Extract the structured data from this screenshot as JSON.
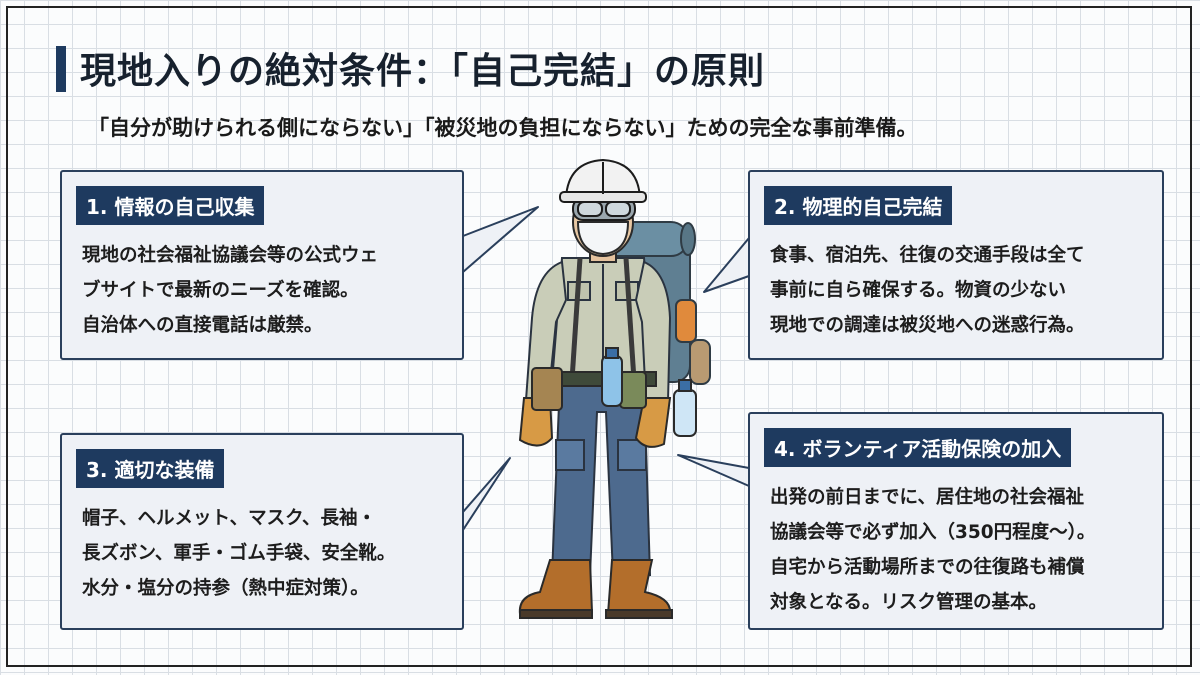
{
  "title": "現地入りの絶対条件：「自己完結」の原則",
  "subtitle": "「自分が助けられる側にならない」「被災地の負担にならない」ための完全な事前準備。",
  "cards": [
    {
      "label": "1. 情報の自己収集",
      "lines": [
        "現地の社会福祉協議会等の公式ウェ",
        "ブサイトで最新のニーズを確認。",
        "自治体への直接電話は厳禁。"
      ]
    },
    {
      "label": "2. 物理的自己完結",
      "lines": [
        "食事、宿泊先、往復の交通手段は全て",
        "事前に自ら確保する。物資の少ない",
        "現地での調達は被災地への迷惑行為。"
      ]
    },
    {
      "label": "3. 適切な装備",
      "lines": [
        "帽子、ヘルメット、マスク、長袖・",
        "長ズボン、軍手・ゴム手袋、安全靴。",
        "水分・塩分の持参（熱中症対策）。"
      ]
    },
    {
      "label": "4. ボランティア活動保険の加入",
      "lines": [
        "出発の前日までに、居住地の社会福祉",
        "協議会等で必ず加入（350円程度〜）。",
        "自宅から活動場所までの往復路も補償",
        "対象となる。リスク管理の基本。"
      ]
    }
  ],
  "colors": {
    "accent": "#1e3a5f",
    "card_background": "#eef1f6",
    "card_border": "#2a3f5c"
  },
  "illustration": "volunteer-with-helmet-goggles-mask-backpack-icon"
}
